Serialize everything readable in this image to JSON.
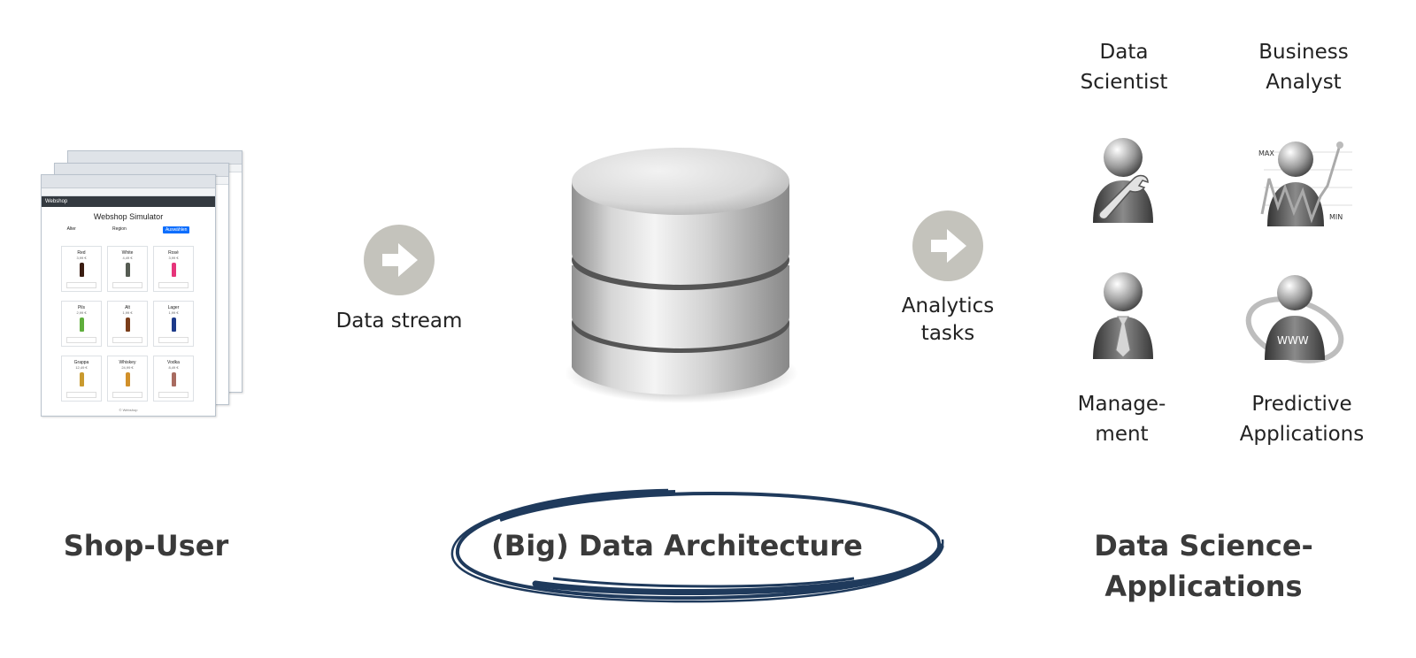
{
  "shop": {
    "nav_brand": "Webshop",
    "title": "Webshop Simulator",
    "filter_age": "Alter",
    "filter_region": "Region",
    "filter_button": "Auswählen",
    "products": [
      {
        "name": "Red",
        "price": "3,99 €",
        "color": "#3a1d12"
      },
      {
        "name": "White",
        "price": "4,49 €",
        "color": "#555b52"
      },
      {
        "name": "Rosé",
        "price": "3,99 €",
        "color": "#e6357a"
      },
      {
        "name": "Pils",
        "price": "2,99 €",
        "color": "#5fae3c"
      },
      {
        "name": "Alt",
        "price": "1,99 €",
        "color": "#7a3d1a"
      },
      {
        "name": "Lager",
        "price": "1,99 €",
        "color": "#1d3a8a"
      },
      {
        "name": "Grappa",
        "price": "12,49 €",
        "color": "#c99a2e"
      },
      {
        "name": "Whiskey",
        "price": "24,99 €",
        "color": "#d1902a"
      },
      {
        "name": "Vodka",
        "price": "8,49 €",
        "color": "#a86b60"
      }
    ]
  },
  "left_arrow_label": "Data stream",
  "right_arrow_label": [
    "Analytics",
    "tasks"
  ],
  "roles": {
    "data_scientist": [
      "Data",
      "Scientist"
    ],
    "business_analyst": [
      "Business",
      "Analyst"
    ],
    "management": [
      "Manage-",
      "ment"
    ],
    "predictive": [
      "Predictive",
      "Applications"
    ],
    "chart_max": "MAX",
    "chart_min": "MIN",
    "globe_text": "WWW"
  },
  "titles": {
    "shop_user": "Shop-User",
    "architecture": "(Big) Data Architecture",
    "applications": [
      "Data Science-",
      "Applications"
    ]
  },
  "colors": {
    "arrow_circle": "#c4c3bc",
    "swirl": "#1f3a5c",
    "section_title": "#3a3a3a"
  }
}
